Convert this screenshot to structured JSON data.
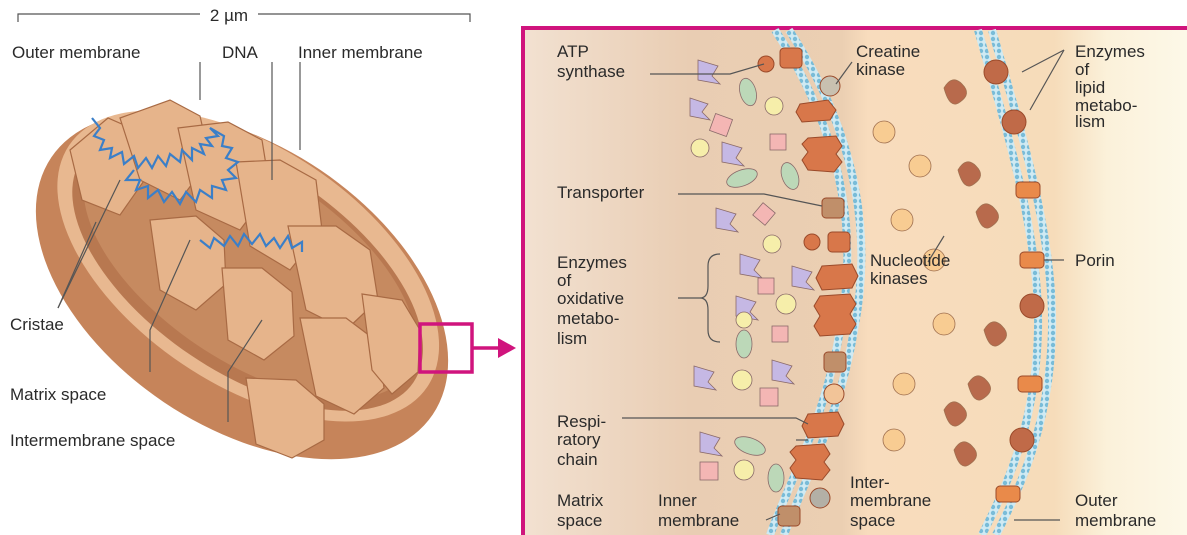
{
  "left_panel": {
    "scale_label": "2 µm",
    "labels": {
      "outer_membrane": "Outer membrane",
      "dna": "DNA",
      "inner_membrane": "Inner membrane",
      "cristae": "Cristae",
      "matrix_space": "Matrix space",
      "intermembrane_space": "Intermembrane space"
    }
  },
  "right_panel": {
    "labels": {
      "atp_synthase": [
        "ATP",
        "synthase"
      ],
      "creatine_kinase": [
        "Creatine",
        "kinase"
      ],
      "enzymes_lipid": [
        "Enzymes",
        "of",
        "lipid",
        "metabo-",
        "lism"
      ],
      "transporter": [
        "Transporter"
      ],
      "enzymes_oxidative": [
        "Enzymes",
        "of",
        "oxidative",
        "metabo-",
        "lism"
      ],
      "nucleotide_kinases": [
        "Nucleotide",
        "kinases"
      ],
      "porin": [
        "Porin"
      ],
      "respiratory_chain": [
        "Respi-",
        "ratory",
        "chain"
      ],
      "matrix_space": [
        "Matrix",
        "space"
      ],
      "inner_membrane": [
        "Inner",
        "membrane"
      ],
      "intermembrane_space": [
        "Inter-",
        "membrane",
        "space"
      ],
      "outer_membrane": [
        "Outer",
        "membrane"
      ]
    }
  },
  "colors": {
    "highlight": "#d0147d",
    "matrix": "#ecd2b8",
    "intermembrane": "#f6dcb9",
    "membrane_blue": "#7ec3dc",
    "protein": "#d8774a",
    "outer_wall": "#c98a5e"
  }
}
